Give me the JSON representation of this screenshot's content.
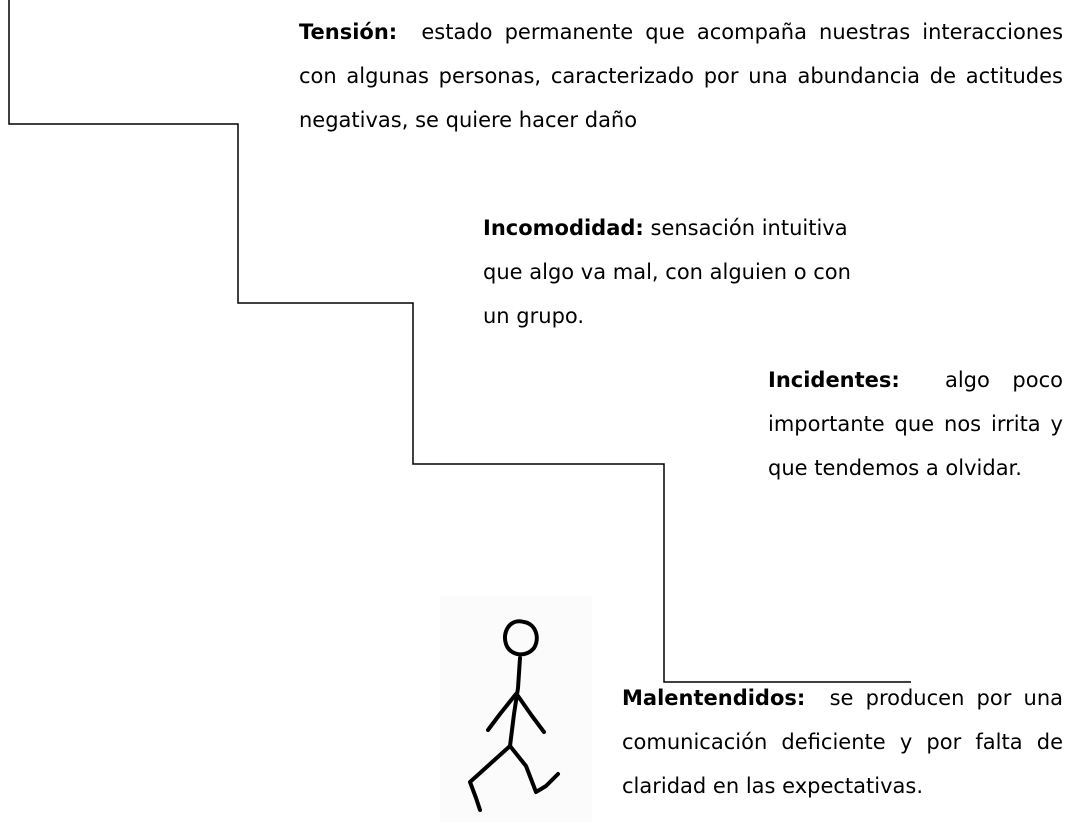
{
  "steps": [
    {
      "term": "Tensión:",
      "description": "estado permanente que acompaña nuestras interacciones con algunas personas, caracterizado por una abundancia de actitudes negativas, se quiere hacer daño"
    },
    {
      "term": "Incomodidad:",
      "description": "sensación intuitiva que algo va mal, con alguien o con un grupo."
    },
    {
      "term": "Incidentes:",
      "description": "algo poco importante que nos irrita y que tendemos a olvidar."
    },
    {
      "term": "Malentendidos:",
      "description": "se producen por una comunicación deficiente y por falta de claridad en las expectativas."
    }
  ],
  "colors": {
    "line": "#000000",
    "text": "#000000",
    "background": "#ffffff"
  },
  "icons": {
    "figure": "walking-stick-figure-icon"
  }
}
